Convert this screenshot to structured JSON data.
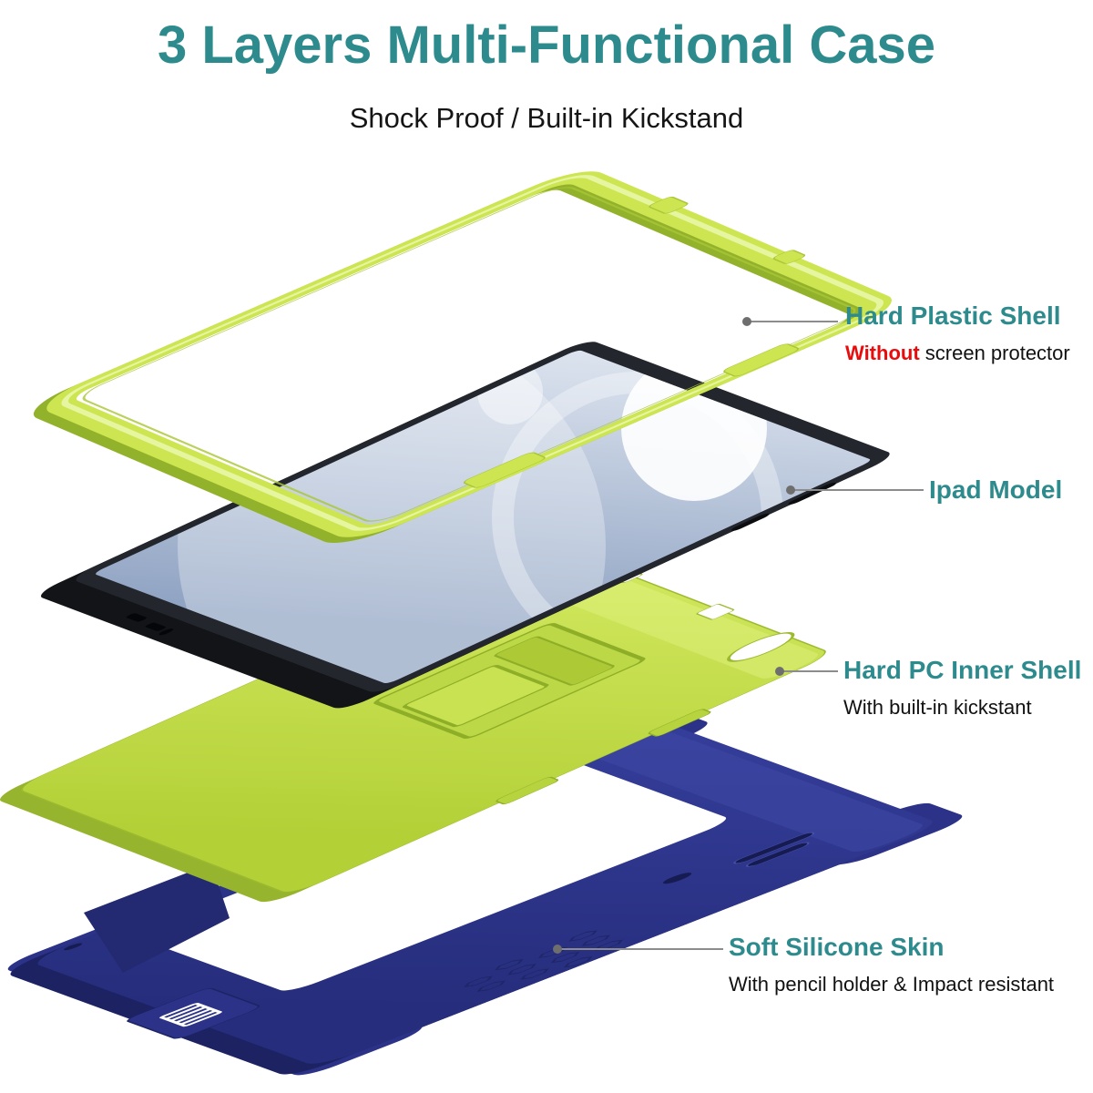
{
  "title": "3 Layers Multi-Functional Case",
  "subtitle": "Shock Proof / Built-in Kickstand",
  "annotations": {
    "shell": {
      "label": "Hard Plastic Shell",
      "note_em": "Without",
      "note_rest": " screen protector"
    },
    "tablet": {
      "label": "Ipad Model"
    },
    "inner": {
      "label": "Hard PC Inner Shell",
      "note": "With built-in kickstant"
    },
    "skin": {
      "label": "Soft Silicone Skin",
      "note": "With pencil holder & Impact resistant"
    }
  },
  "colors": {
    "teal": "#2e8b8d",
    "red": "#e90c0c",
    "lime": "#cde551",
    "shell_green": "#bcd846",
    "navy": "#2b3287"
  }
}
